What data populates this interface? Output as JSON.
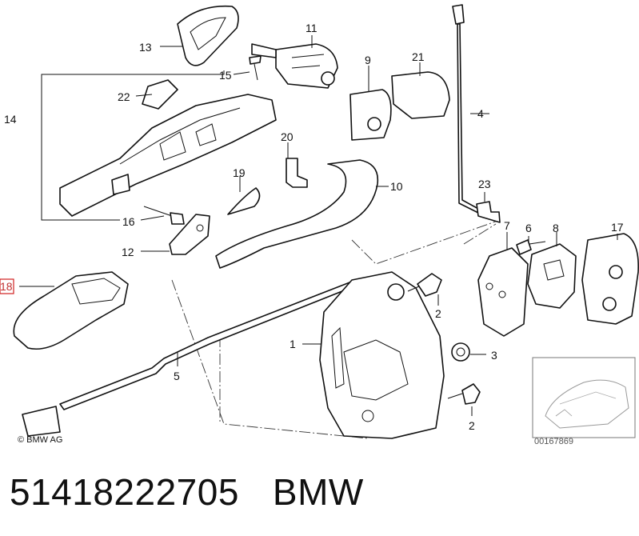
{
  "diagram": {
    "callouts": {
      "p1": "1",
      "p2a": "2",
      "p2b": "2",
      "p3": "3",
      "p4": "4",
      "p5": "5",
      "p6": "6",
      "p7": "7",
      "p8": "8",
      "p9": "9",
      "p10": "10",
      "p11": "11",
      "p12": "12",
      "p13": "13",
      "p14": "14",
      "p15": "15",
      "p16": "16",
      "p17": "17",
      "p18": "18",
      "p19": "19",
      "p20": "20",
      "p21": "21",
      "p22": "22",
      "p23": "23"
    },
    "copyright": "© BMW AG",
    "image_number": "00167869"
  },
  "footer": {
    "part_number": "51418222705",
    "brand": "BMW"
  }
}
